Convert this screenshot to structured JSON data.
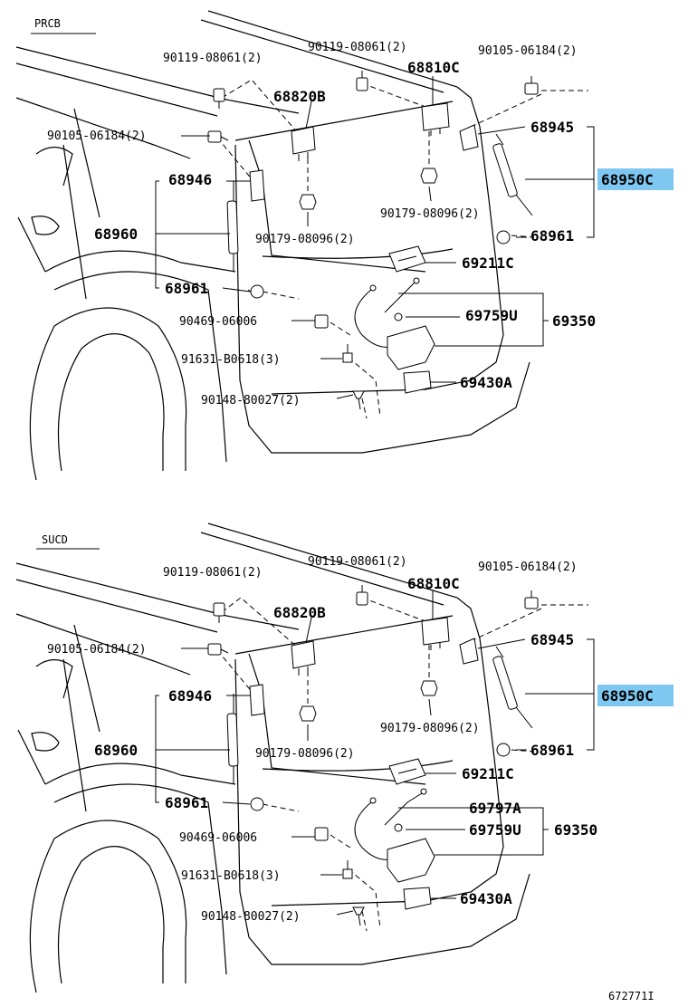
{
  "diagrams": [
    {
      "section": "PRCB",
      "labels": {
        "bolt_top_left": "90119-08061(2)",
        "bolt_top_mid": "90119-08061(2)",
        "bolt_top_right": "90105-06184(2)",
        "bolt_left": "90105-06184(2)",
        "hinge_right": "68810C",
        "hinge_left": "68820B",
        "bracket_right": "68945",
        "stay_right": "68950C",
        "bracket_left": "68946",
        "stay_left": "68960",
        "nut_right": "90179-08096(2)",
        "nut_left": "90179-08096(2)",
        "ball_right": "68961",
        "ball_left": "68961",
        "handle": "69211C",
        "clip": "90469-06006",
        "cable": "69759U",
        "lock_assy": "69350",
        "screw": "91631-B0618(3)",
        "striker": "69430A",
        "bolt_bottom": "90148-80027(2)"
      }
    },
    {
      "section": "SUCD",
      "labels": {
        "bolt_top_left": "90119-08061(2)",
        "bolt_top_mid": "90119-08061(2)",
        "bolt_top_right": "90105-06184(2)",
        "bolt_left": "90105-06184(2)",
        "hinge_right": "68810C",
        "hinge_left": "68820B",
        "bracket_right": "68945",
        "stay_right": "68950C",
        "bracket_left": "68946",
        "stay_left": "68960",
        "nut_right": "90179-08096(2)",
        "nut_left": "90179-08096(2)",
        "ball_right": "68961",
        "ball_left": "68961",
        "handle": "69211C",
        "rod": "69797A",
        "clip": "90469-06006",
        "cable": "69759U",
        "lock_assy": "69350",
        "screw": "91631-B0618(3)",
        "striker": "69430A",
        "bolt_bottom": "90148-80027(2)"
      }
    }
  ],
  "footer_code": "672771I",
  "highlight_color": "#7dc7f0"
}
